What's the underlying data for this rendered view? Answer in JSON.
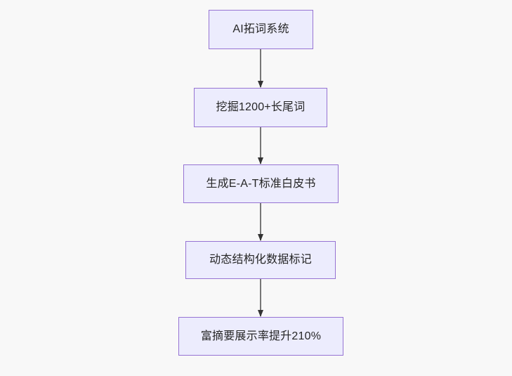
{
  "diagram": {
    "type": "flowchart",
    "direction": "top-to-bottom",
    "background_color": "#f8f8f8",
    "node_fill_color": "#ececfd",
    "node_border_color": "#9673d3",
    "node_text_color": "#262626",
    "edge_line_color": "#777777",
    "edge_arrow_color": "#333333",
    "nodes": [
      {
        "id": "n1",
        "label": "AI拓词系统"
      },
      {
        "id": "n2",
        "label": "挖掘1200+长尾词"
      },
      {
        "id": "n3",
        "label": "生成E-A-T标准白皮书"
      },
      {
        "id": "n4",
        "label": "动态结构化数据标记"
      },
      {
        "id": "n5",
        "label": "富摘要展示率提升210%"
      }
    ],
    "edges": [
      {
        "from": "n1",
        "to": "n2",
        "label": ""
      },
      {
        "from": "n2",
        "to": "n3",
        "label": ""
      },
      {
        "from": "n3",
        "to": "n4",
        "label": ""
      },
      {
        "from": "n4",
        "to": "n5",
        "label": ""
      }
    ]
  }
}
